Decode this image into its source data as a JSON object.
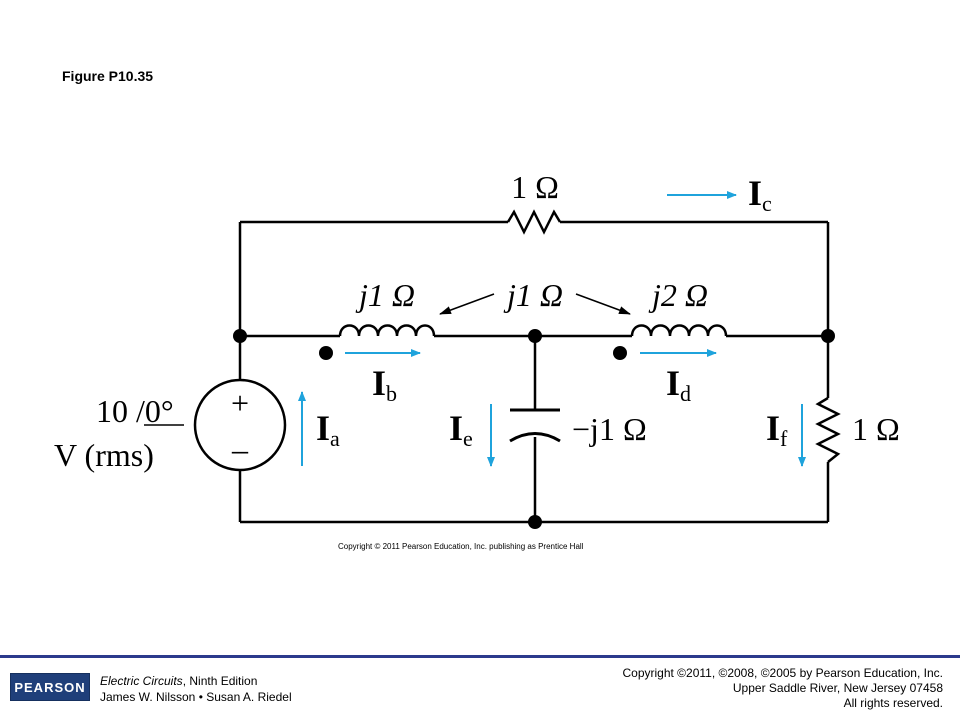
{
  "figure": {
    "title": "Figure P10.35"
  },
  "circuit": {
    "top_resistor": "1 Ω",
    "inductor_left": "j1 Ω",
    "mutual": "j1 Ω",
    "inductor_right": "j2 Ω",
    "capacitor": "−j1 Ω",
    "right_resistor": "1 Ω",
    "source_value": "10",
    "source_angle": "/0°",
    "source_unit": "V (rms)",
    "source_plus": "+",
    "source_minus": "–",
    "current_letter": "I",
    "currents": {
      "a": "a",
      "b": "b",
      "c": "c",
      "d": "d",
      "e": "e",
      "f": "f"
    },
    "arrow_color": "#1fa3dc"
  },
  "image_copyright": "Copyright © 2011 Pearson Education, Inc. publishing as Prentice Hall",
  "footer": {
    "logo": "PEARSON",
    "book_title": "Electric Circuits",
    "book_edition": ", Ninth Edition",
    "authors": "James W. Nilsson • Susan A. Riedel",
    "copyright_line1": "Copyright ©2011, ©2008, ©2005 by Pearson Education, Inc.",
    "copyright_line2": "Upper Saddle River, New Jersey 07458",
    "copyright_line3": "All rights reserved."
  }
}
